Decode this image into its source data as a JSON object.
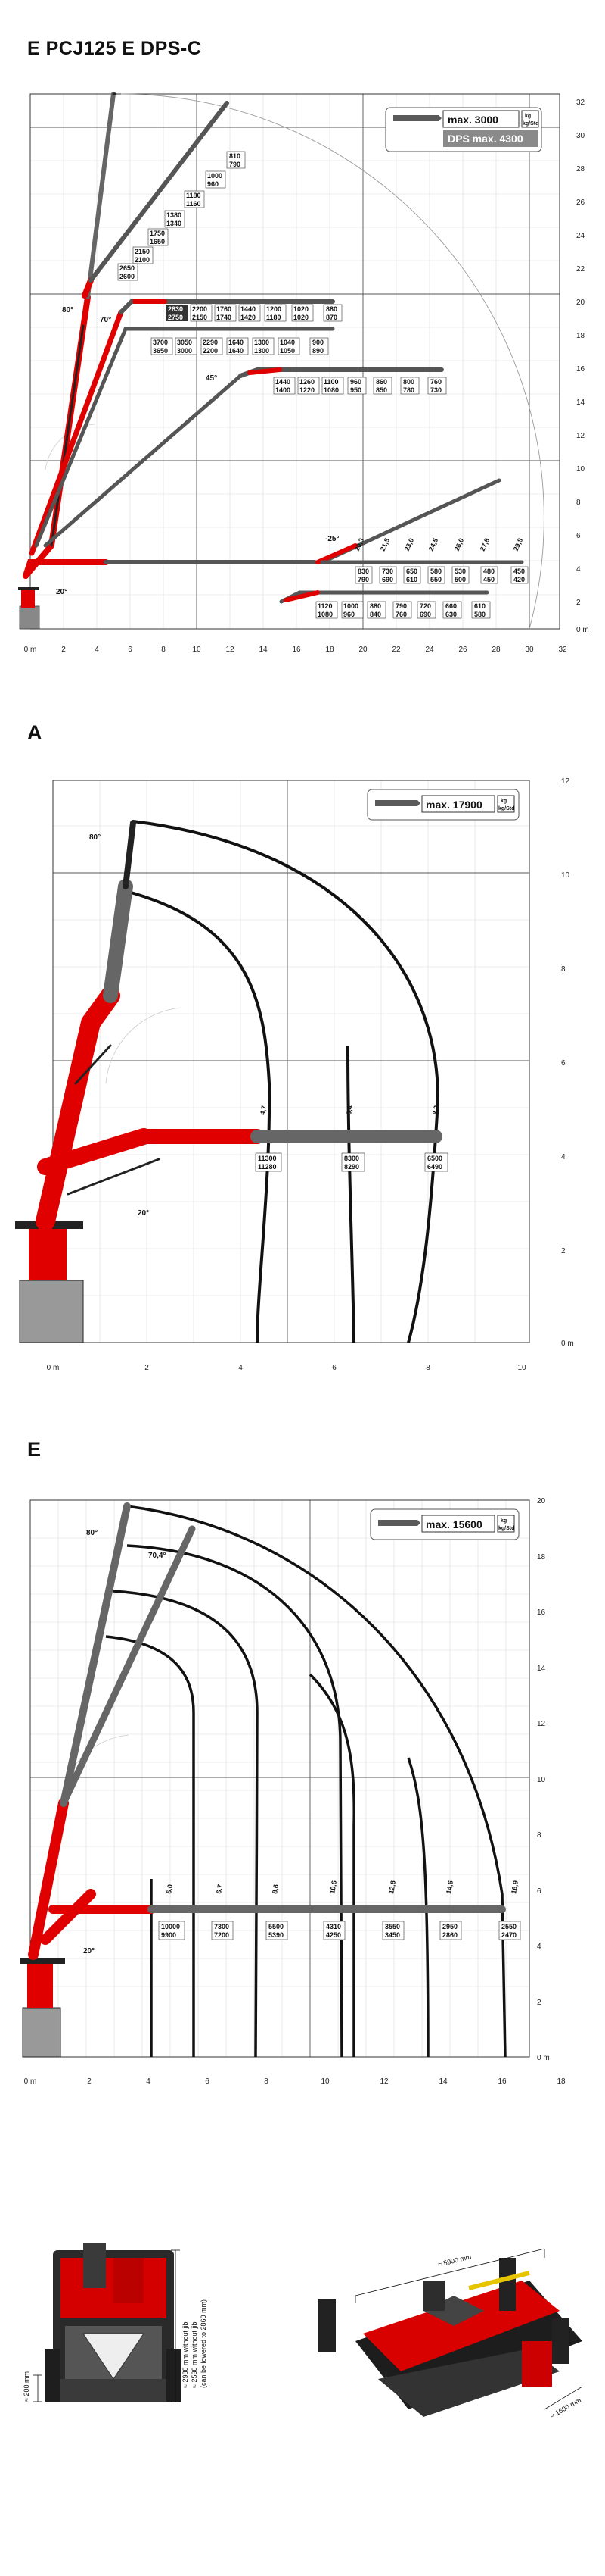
{
  "title": "E PCJ125 E DPS-C",
  "chart1": {
    "max_label": "max. 3000",
    "dps_label": "DPS max. 4300",
    "unit_top": "kg",
    "unit_bottom": "kg/Std",
    "y_ticks": [
      "32",
      "30",
      "28",
      "26",
      "24",
      "22",
      "20",
      "18",
      "16",
      "14",
      "12",
      "10",
      "8",
      "6",
      "4",
      "2",
      "0 m"
    ],
    "x_ticks": [
      "0 m",
      "2",
      "4",
      "6",
      "8",
      "10",
      "12",
      "14",
      "16",
      "18",
      "20",
      "22",
      "24",
      "26",
      "28",
      "30",
      "32"
    ],
    "angles": {
      "a80": "80°",
      "a70": "70°",
      "a45": "45°",
      "a20": "20°",
      "aneg25": "-25°"
    },
    "row_jib80": [
      {
        "t": "810",
        "b": "790"
      },
      {
        "t": "1000",
        "b": "960"
      },
      {
        "t": "1180",
        "b": "1160"
      },
      {
        "t": "1380",
        "b": "1340"
      },
      {
        "t": "1750",
        "b": "1650"
      },
      {
        "t": "2150",
        "b": "2100"
      },
      {
        "t": "2650",
        "b": "2600"
      }
    ],
    "row_70": [
      {
        "t": "2830",
        "b": "2750"
      },
      {
        "t": "2200",
        "b": "2150"
      },
      {
        "t": "1760",
        "b": "1740"
      },
      {
        "t": "1440",
        "b": "1420"
      },
      {
        "t": "1200",
        "b": "1180"
      },
      {
        "t": "1020",
        "b": "1020"
      },
      {
        "t": "880",
        "b": "870"
      }
    ],
    "row_70b": [
      {
        "t": "3700",
        "b": "3650"
      },
      {
        "t": "3050",
        "b": "3000"
      },
      {
        "t": "2290",
        "b": "2200"
      },
      {
        "t": "1640",
        "b": "1640"
      },
      {
        "t": "1300",
        "b": "1300"
      },
      {
        "t": "1040",
        "b": "1050"
      },
      {
        "t": "900",
        "b": "890"
      }
    ],
    "row_45": [
      {
        "t": "1440",
        "b": "1400"
      },
      {
        "t": "1260",
        "b": "1220"
      },
      {
        "t": "1100",
        "b": "1080"
      },
      {
        "t": "960",
        "b": "950"
      },
      {
        "t": "860",
        "b": "850"
      },
      {
        "t": "800",
        "b": "780"
      },
      {
        "t": "760",
        "b": "730"
      }
    ],
    "row_neg25_dist": [
      "20,3",
      "21,5",
      "23,0",
      "24,5",
      "26,0",
      "27,8",
      "29,8"
    ],
    "row_neg25": [
      {
        "t": "830",
        "b": "790"
      },
      {
        "t": "730",
        "b": "690"
      },
      {
        "t": "650",
        "b": "610"
      },
      {
        "t": "580",
        "b": "550"
      },
      {
        "t": "530",
        "b": "500"
      },
      {
        "t": "480",
        "b": "450"
      },
      {
        "t": "450",
        "b": "420"
      }
    ],
    "row_bottom": [
      {
        "t": "1120",
        "b": "1080"
      },
      {
        "t": "1000",
        "b": "960"
      },
      {
        "t": "880",
        "b": "840"
      },
      {
        "t": "790",
        "b": "760"
      },
      {
        "t": "720",
        "b": "690"
      },
      {
        "t": "660",
        "b": "630"
      },
      {
        "t": "610",
        "b": "580"
      }
    ]
  },
  "chartA": {
    "section_label": "A",
    "max_label": "max. 17900",
    "unit_top": "kg",
    "unit_bottom": "kg/Std",
    "y_ticks": [
      "12",
      "10",
      "8",
      "6",
      "4",
      "2",
      "0 m"
    ],
    "x_ticks": [
      "0 m",
      "2",
      "4",
      "6",
      "8",
      "10"
    ],
    "angles": {
      "a80": "80°",
      "a20": "20°"
    },
    "dist": [
      "4,7",
      "6,4",
      "8,2"
    ],
    "loads": [
      {
        "t": "11300",
        "b": "11280"
      },
      {
        "t": "8300",
        "b": "8290"
      },
      {
        "t": "6500",
        "b": "6490"
      }
    ]
  },
  "chartE": {
    "section_label": "E",
    "max_label": "max. 15600",
    "unit_top": "kg",
    "unit_bottom": "kg/Std",
    "y_ticks": [
      "20",
      "18",
      "16",
      "14",
      "12",
      "10",
      "8",
      "6",
      "4",
      "2",
      "0 m"
    ],
    "x_ticks": [
      "0 m",
      "2",
      "4",
      "6",
      "8",
      "10",
      "12",
      "14",
      "16",
      "18"
    ],
    "angles": {
      "a80": "80°",
      "a704": "70,4°",
      "a20": "20°"
    },
    "dist": [
      "5,0",
      "6,7",
      "8,6",
      "10,6",
      "12,6",
      "14,6",
      "16,9"
    ],
    "loads": [
      {
        "t": "10000",
        "b": "9900"
      },
      {
        "t": "7300",
        "b": "7200"
      },
      {
        "t": "5500",
        "b": "5390"
      },
      {
        "t": "4310",
        "b": "4250"
      },
      {
        "t": "3550",
        "b": "3450"
      },
      {
        "t": "2950",
        "b": "2860"
      },
      {
        "t": "2550",
        "b": "2470"
      }
    ]
  },
  "dimensions": {
    "front_height_nojib": "≈ 2980 mm without jib",
    "front_height_lowered": "≈ 2530 mm without jib",
    "front_note": "(can be lowered to 2860 mm)",
    "front_ground": "≈ 200 mm",
    "side_length": "≈ 5900 mm",
    "side_width": "≈ 1600 mm"
  },
  "colors": {
    "red": "#e10000",
    "gray": "#6b6b6b",
    "dark": "#1a1a1a"
  }
}
